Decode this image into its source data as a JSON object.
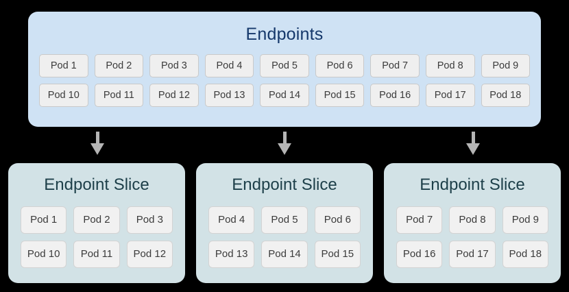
{
  "colors": {
    "background": "#000000",
    "endpoints_bg": "#cfe2f4",
    "endpoints_title": "#15386b",
    "slice_bg": "#d2e2e6",
    "slice_title": "#1d3f49",
    "chip_bg": "#efefef",
    "chip_border": "#c9c9c9",
    "chip_text": "#3b3b3b",
    "arrow": "#b5b5b5"
  },
  "endpoints": {
    "title": "Endpoints",
    "rows": [
      [
        "Pod 1",
        "Pod 2",
        "Pod 3",
        "Pod 4",
        "Pod 5",
        "Pod 6",
        "Pod 7",
        "Pod 8",
        "Pod 9"
      ],
      [
        "Pod 10",
        "Pod 11",
        "Pod 12",
        "Pod 13",
        "Pod 14",
        "Pod 15",
        "Pod 16",
        "Pod 17",
        "Pod 18"
      ]
    ]
  },
  "arrows": [
    {
      "name": "arrow-to-slice-1"
    },
    {
      "name": "arrow-to-slice-2"
    },
    {
      "name": "arrow-to-slice-3"
    }
  ],
  "slices": [
    {
      "title": "Endpoint Slice",
      "rows": [
        [
          "Pod 1",
          "Pod 2",
          "Pod 3"
        ],
        [
          "Pod 10",
          "Pod 11",
          "Pod 12"
        ]
      ]
    },
    {
      "title": "Endpoint Slice",
      "rows": [
        [
          "Pod 4",
          "Pod 5",
          "Pod 6"
        ],
        [
          "Pod 13",
          "Pod 14",
          "Pod 15"
        ]
      ]
    },
    {
      "title": "Endpoint Slice",
      "rows": [
        [
          "Pod 7",
          "Pod 8",
          "Pod 9"
        ],
        [
          "Pod 16",
          "Pod 17",
          "Pod 18"
        ]
      ]
    }
  ]
}
